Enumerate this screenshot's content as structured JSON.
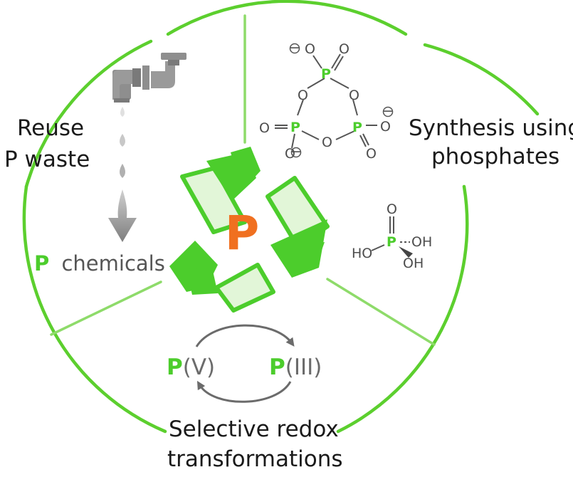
{
  "labels": {
    "reuse_line1": "Reuse",
    "reuse_line2": "P waste",
    "synthesis_line1": "Synthesis using",
    "synthesis_line2": "phosphates",
    "redox_line1": "Selective redox",
    "redox_line2": "transformations",
    "p_chem_symbol": "P",
    "p_chem_word": "chemicals",
    "center_symbol": "P",
    "pv_symbol": "P",
    "pv_state": "(V)",
    "piii_symbol": "P",
    "piii_state": "(III)"
  },
  "trimetaphosphate": {
    "atom_P": "P",
    "atom_O": "O",
    "minus": "−"
  },
  "phosphorous_acid": {
    "atom_P": "P",
    "atom_O": "O",
    "oh": "OH",
    "ho": "HO"
  },
  "colors": {
    "ring_green": "#5ccf2e",
    "divider_green": "#8edb6a",
    "arrow_green": "#4ccd2c",
    "arrow_light": "#e2f6d8",
    "center_orange": "#f07020",
    "tap_grey": "#8e8e8e",
    "cycle_grey": "#6b6b6b"
  },
  "icons": [
    "water-tap-icon",
    "water-drop-icon",
    "down-arrow-icon",
    "recycle-arrows-icon",
    "redox-cycle-arrows-icon"
  ]
}
